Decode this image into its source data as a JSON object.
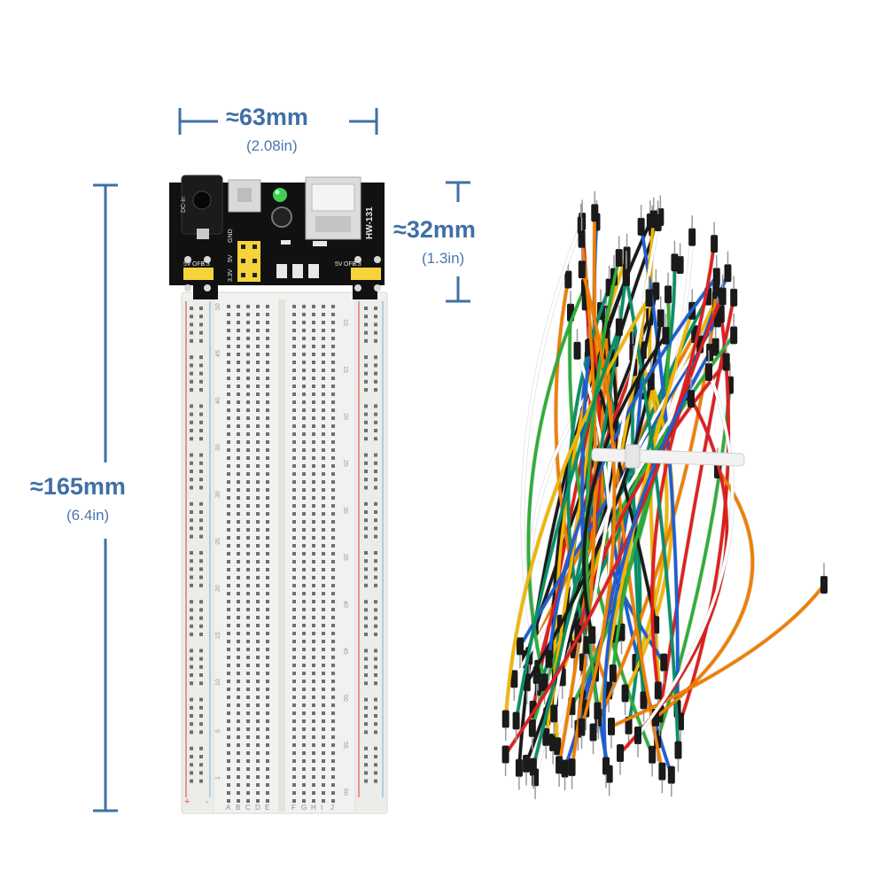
{
  "dimensions": {
    "width": {
      "value": "≈63mm",
      "imperial": "(2.08in)"
    },
    "module_height": {
      "value": "≈32mm",
      "imperial": "(1.3in)"
    },
    "length": {
      "value": "≈165mm",
      "imperial": "(6.4in)"
    }
  },
  "power_module": {
    "dc_label": "DC-in",
    "model_label": "HW-131",
    "left_rail_labels": [
      "5V",
      "OFF",
      "3.3"
    ],
    "right_rail_labels": [
      "5V",
      "OFF",
      "3.3"
    ],
    "center_labels": [
      "3.3V",
      "5V",
      "GND"
    ]
  },
  "breadboard": {
    "column_letters_left": [
      "A",
      "B",
      "C",
      "D",
      "E"
    ],
    "column_letters_right": [
      "F",
      "G",
      "H",
      "I",
      "J"
    ],
    "row_numbers_left": [
      "50",
      "45",
      "40",
      "35",
      "30",
      "25",
      "20",
      "15",
      "10",
      "5",
      "1"
    ],
    "row_numbers_right": [
      "10",
      "15",
      "20",
      "25",
      "30",
      "35",
      "40",
      "45",
      "50",
      "55",
      "60"
    ],
    "rail_plus": "+",
    "rail_minus": "-"
  },
  "colors": {
    "dimension_blue": "#3f6fa6",
    "board_white": "#f1f1ef",
    "pcb_black": "#111111",
    "rail_red": "#e05a5a",
    "rail_blue": "#8ab6df",
    "wire_colors": [
      "#1a1a1a",
      "#f2b600",
      "#f07f00",
      "#e02020",
      "#1f5fd0",
      "#0a8f6a",
      "#ffffff",
      "#2fae3a"
    ]
  }
}
